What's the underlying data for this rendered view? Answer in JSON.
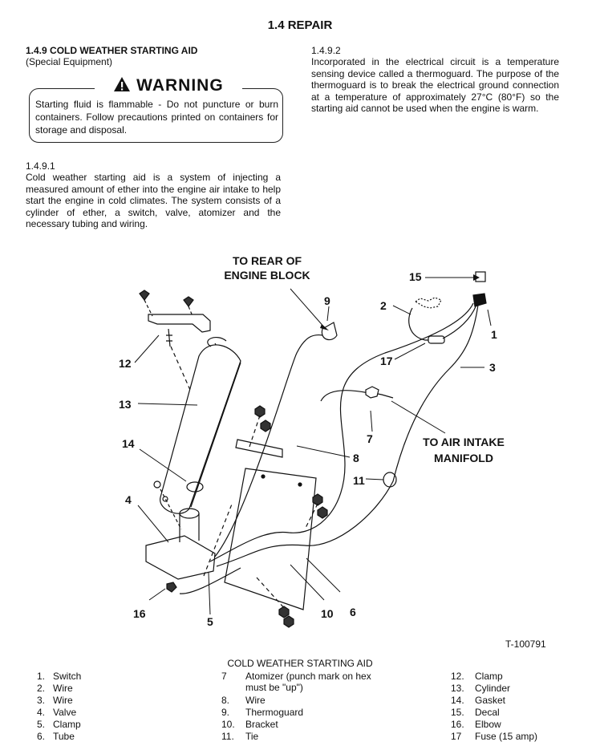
{
  "title": "1.4 REPAIR",
  "section": {
    "heading": "1.4.9 COLD WEATHER STARTING AID",
    "subheading": "(Special Equipment)"
  },
  "warning": {
    "label": "WARNING",
    "text": "Starting fluid is flammable - Do not puncture or burn containers. Follow precautions printed on containers for storage and disposal."
  },
  "para1": {
    "number": "1.4.9.1",
    "text": "Cold weather starting aid is a system of injecting a measured amount of ether into the engine air intake to help start the engine in cold climates. The system consists of a cylinder of ether, a switch, valve, atomizer and the necessary tubing and wiring."
  },
  "para2": {
    "number": "1.4.9.2",
    "text": "Incorporated in the electrical circuit is a temperature sensing device called a thermoguard. The purpose of the thermoguard is to break the electrical ground connection at a temperature of approximately 27°C (80°F) so the starting aid cannot be used when the engine is warm."
  },
  "diagram": {
    "callouts": {
      "rear_1": "TO REAR OF",
      "rear_2": "ENGINE BLOCK",
      "air_1": "TO AIR INTAKE",
      "air_2": "MANIFOLD"
    },
    "numbers": [
      "1",
      "2",
      "3",
      "4",
      "5",
      "6",
      "7",
      "8",
      "9",
      "10",
      "11",
      "12",
      "13",
      "14",
      "15",
      "16",
      "17"
    ]
  },
  "figure_id": "T-100791",
  "caption": "COLD WEATHER STARTING AID",
  "legend": {
    "col1": [
      {
        "n": "1.",
        "label": "Switch"
      },
      {
        "n": "2.",
        "label": "Wire"
      },
      {
        "n": "3.",
        "label": "Wire"
      },
      {
        "n": "4.",
        "label": "Valve"
      },
      {
        "n": "5.",
        "label": "Clamp"
      },
      {
        "n": "6.",
        "label": "Tube"
      }
    ],
    "col2": [
      {
        "n": "7",
        "label": "Atomizer (punch mark on hex must be \"up\")"
      },
      {
        "n": "8.",
        "label": "Wire"
      },
      {
        "n": "9.",
        "label": "Thermoguard"
      },
      {
        "n": "10.",
        "label": "Bracket"
      },
      {
        "n": "11.",
        "label": "Tie"
      }
    ],
    "col3": [
      {
        "n": "12.",
        "label": "Clamp"
      },
      {
        "n": "13.",
        "label": "Cylinder"
      },
      {
        "n": "14.",
        "label": "Gasket"
      },
      {
        "n": "15.",
        "label": "Decal"
      },
      {
        "n": "16.",
        "label": "Elbow"
      },
      {
        "n": "17",
        "label": "Fuse (15 amp)"
      }
    ]
  }
}
